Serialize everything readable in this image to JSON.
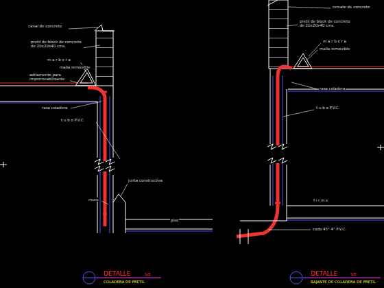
{
  "diagram": {
    "labels": [
      "canal de concreto",
      "pretil de block de concreto de 20x20x40 cms.",
      "m a r b e r a",
      "malla removible",
      "aditamento para impermeabilizante",
      "rasa coladera",
      "t u b o P.V.C.",
      "junta constructiva",
      "muro",
      "piso",
      "DETALLE",
      "S/E",
      "COLADERA DE PRETIL",
      "remate de concreto",
      "pretil de block de concreto de 20x20x40 cms.",
      "m a r b e r a",
      "malla removible",
      "rasa coladera",
      "t u b o P.V.C.",
      "f i r m e",
      "codo 45° 4\" P.V.C.",
      "DETALLE",
      "S/E",
      "BAJANTE DE COLADERA DE PRETIL"
    ]
  }
}
